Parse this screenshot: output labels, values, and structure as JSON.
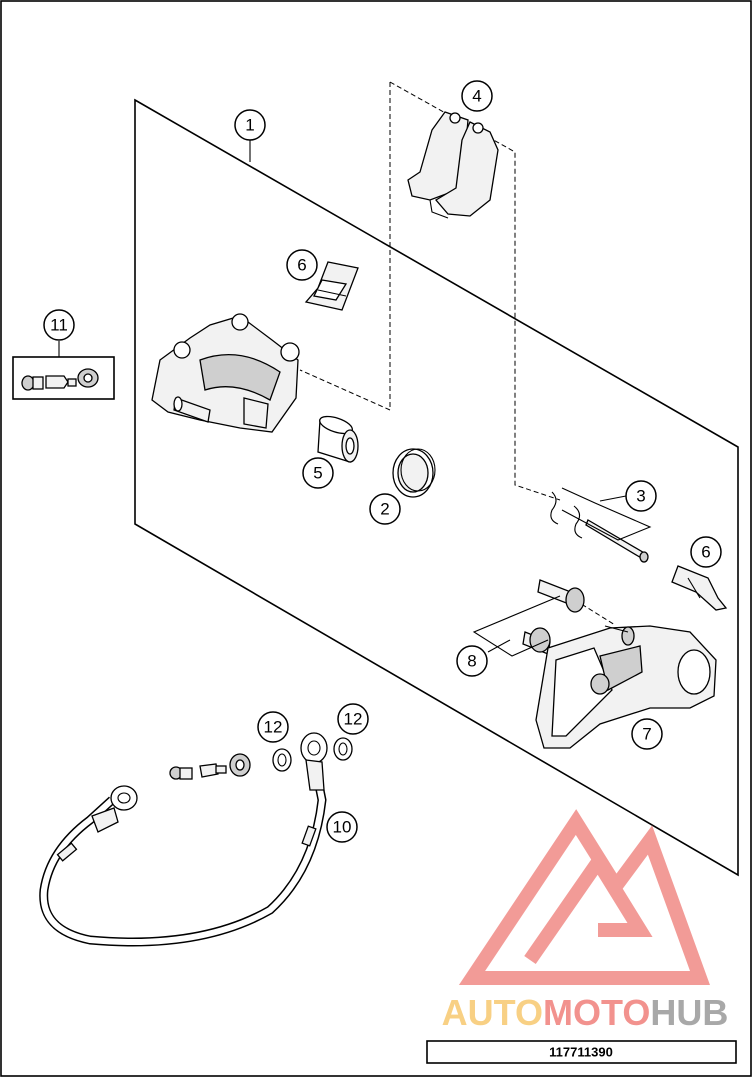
{
  "callouts": [
    {
      "id": "1",
      "label": "1"
    },
    {
      "id": "2",
      "label": "2"
    },
    {
      "id": "3",
      "label": "3"
    },
    {
      "id": "4",
      "label": "4"
    },
    {
      "id": "5",
      "label": "5"
    },
    {
      "id": "6a",
      "label": "6"
    },
    {
      "id": "6b",
      "label": "6"
    },
    {
      "id": "7",
      "label": "7"
    },
    {
      "id": "8",
      "label": "8"
    },
    {
      "id": "10",
      "label": "10"
    },
    {
      "id": "11",
      "label": "11"
    },
    {
      "id": "12a",
      "label": "12"
    },
    {
      "id": "12b",
      "label": "12"
    }
  ],
  "watermark": {
    "auto": "AUTO",
    "moto": "MOTO",
    "hub": "HUB",
    "colors": {
      "auto": "#f8d084",
      "moto": "#f2928e",
      "hub": "#a8a8a8"
    }
  },
  "part_number": "117711390"
}
